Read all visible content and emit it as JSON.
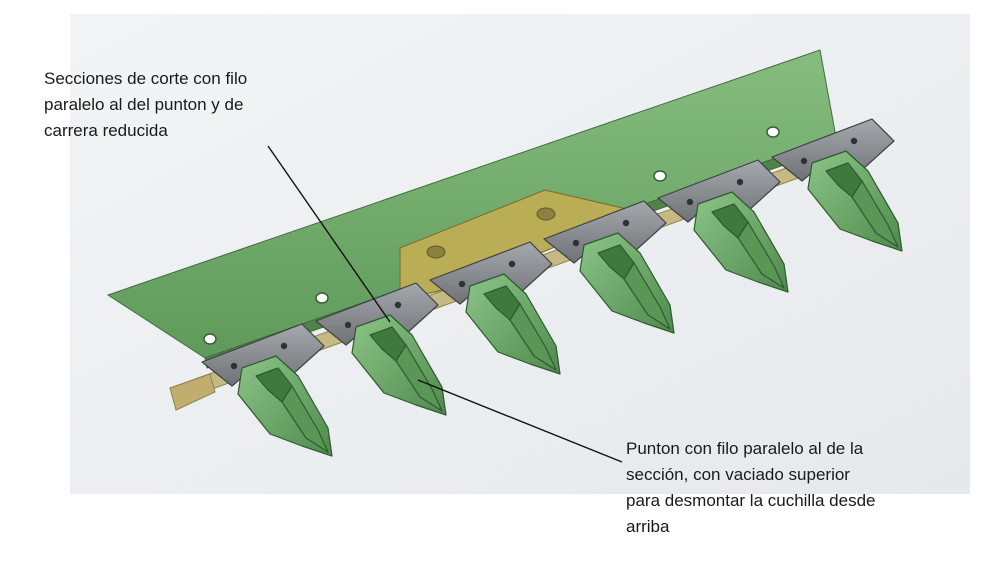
{
  "annotations": {
    "cutting_sections": {
      "lines": [
        "Secciones de corte con filo",
        "paralelo al del punton y de",
        "carrera reducida"
      ]
    },
    "guard": {
      "lines": [
        "Punton con filo paralelo al de la",
        "sección, con vaciado superior",
        "para desmontar la cuchilla desde",
        "arriba"
      ]
    }
  },
  "colors": {
    "bar_green": "#6fa86a",
    "guard_green": "#6ea870",
    "knife_gray": "#8c8f93",
    "plate_yellow": "#b9ad55",
    "backbar_tan": "#c7b982"
  }
}
